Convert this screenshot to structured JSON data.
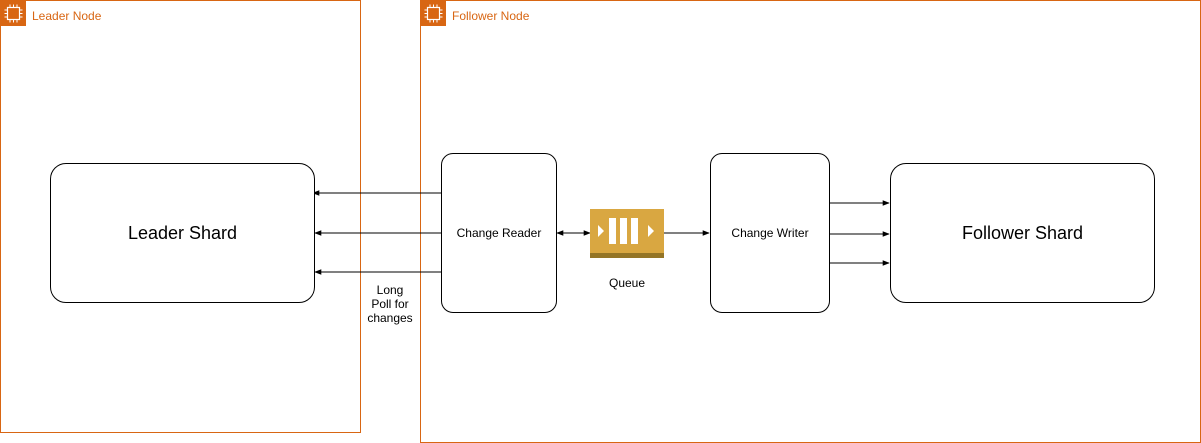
{
  "groups": {
    "leader": {
      "label": "Leader Node",
      "icon": "chip-icon"
    },
    "follower": {
      "label": "Follower Node",
      "icon": "chip-icon"
    }
  },
  "shapes": {
    "leader_shard": "Leader Shard",
    "change_reader": "Change Reader",
    "change_writer": "Change Writer",
    "follower_shard": "Follower Shard"
  },
  "queue": {
    "label": "Queue",
    "icon": "queue-icon"
  },
  "edge_labels": {
    "long_poll_line1": "Long",
    "long_poll_line2": "Poll for",
    "long_poll_line3": "changes"
  },
  "colors": {
    "group_border": "#D86613",
    "queue_fill": "#D9A741",
    "queue_dark": "#947526",
    "line": "#000000"
  }
}
